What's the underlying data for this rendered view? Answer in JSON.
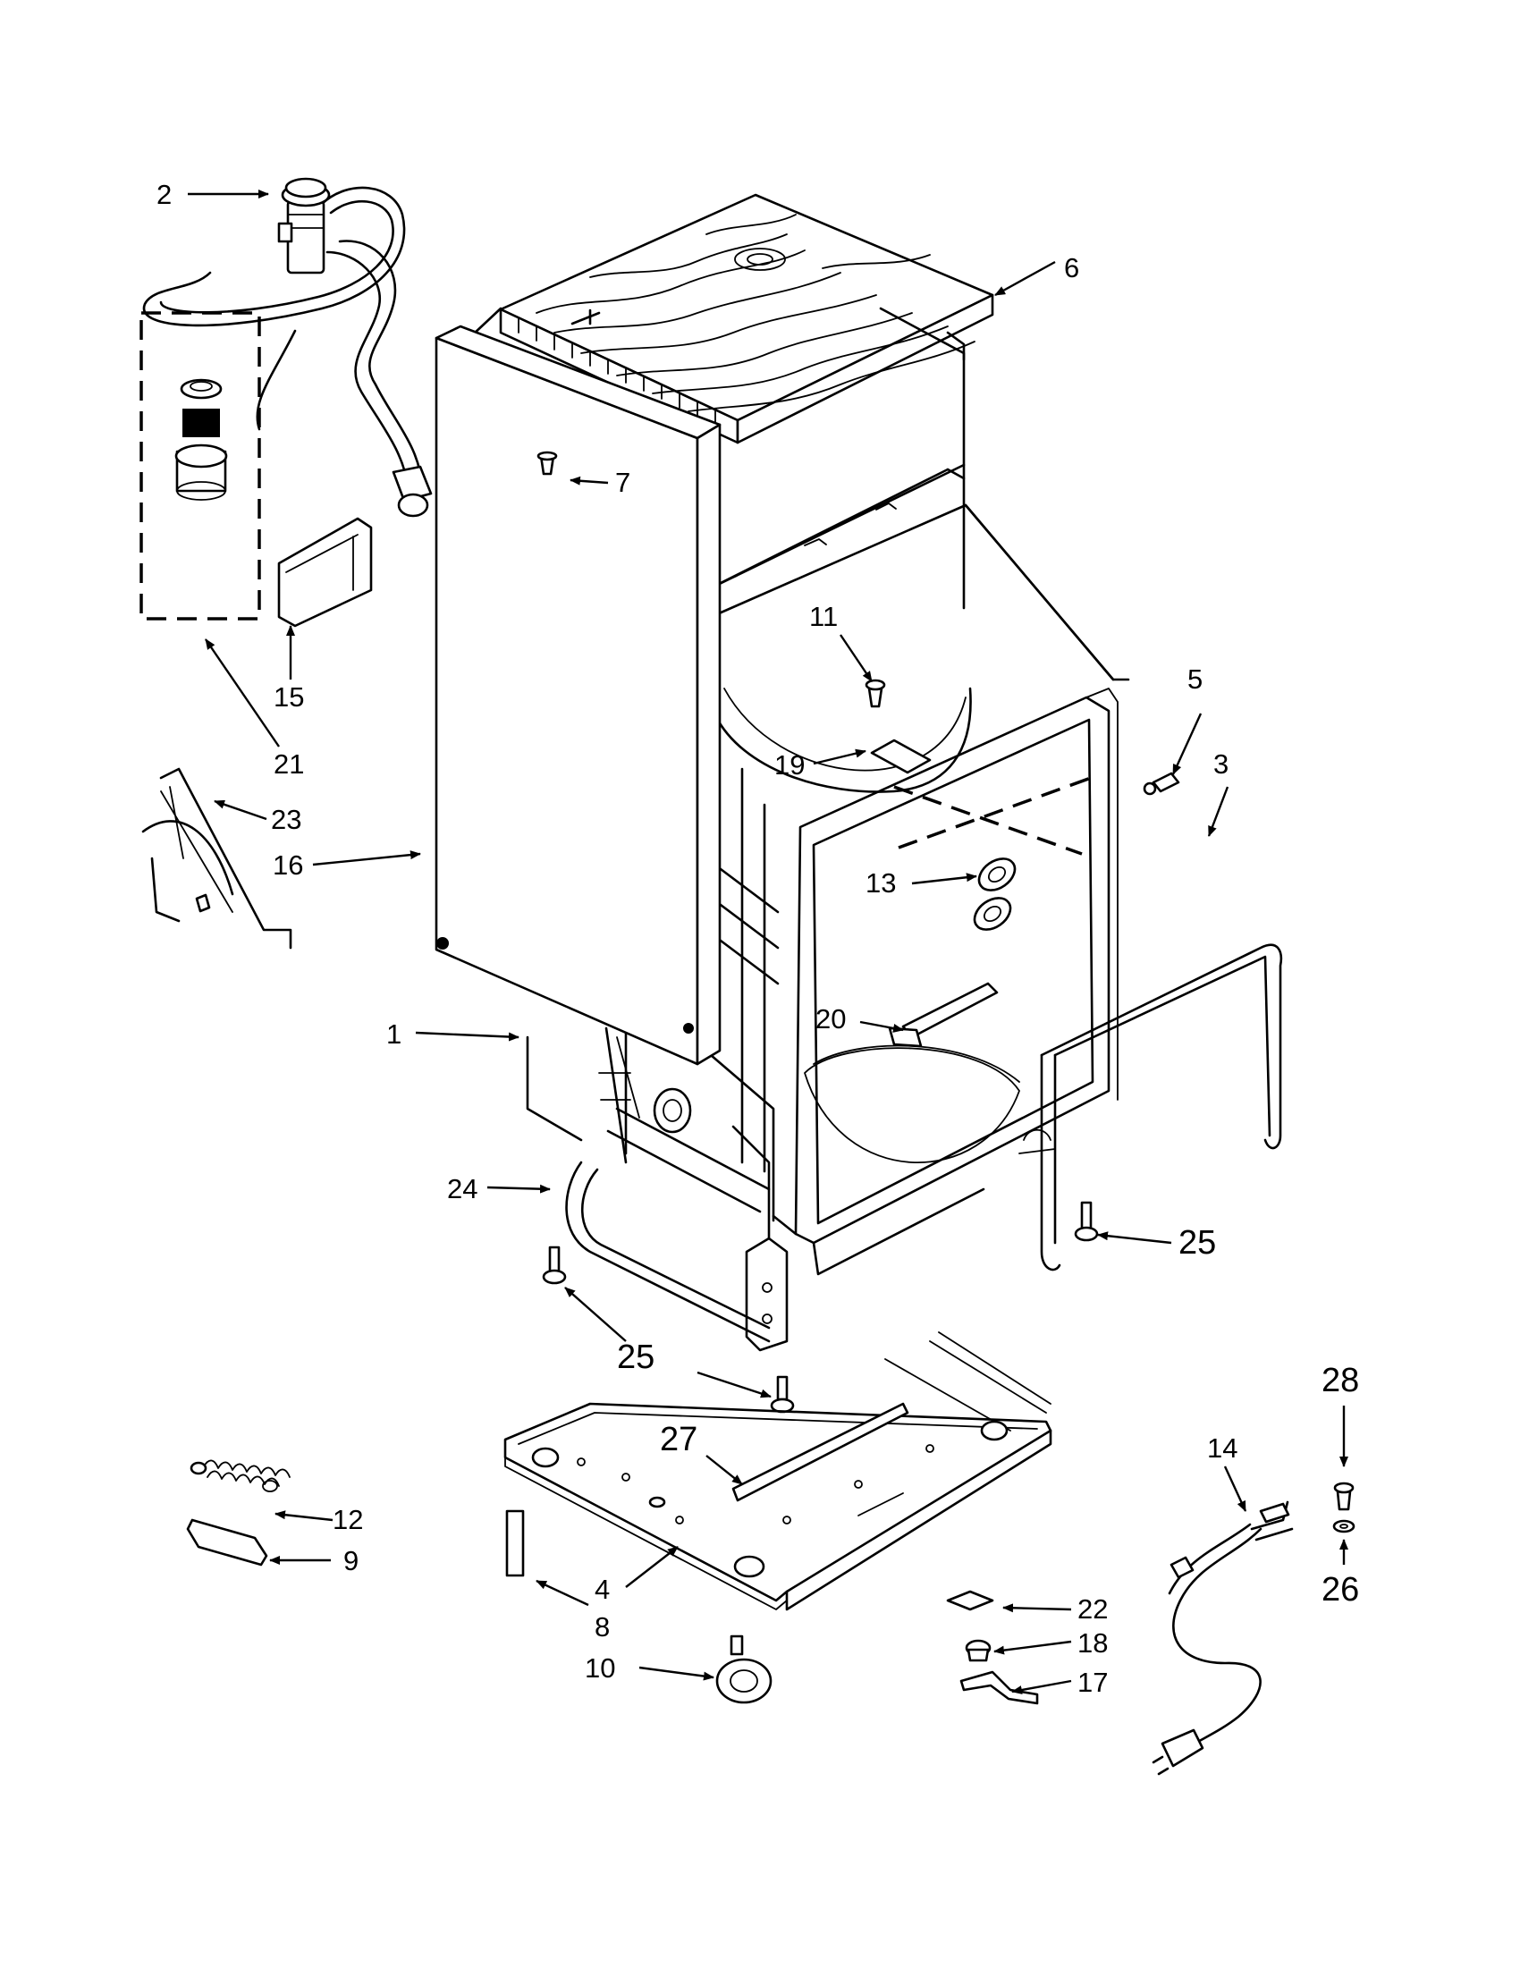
{
  "callouts": {
    "c1": "1",
    "c2": "2",
    "c3": "3",
    "c4": "4",
    "c5": "5",
    "c6": "6",
    "c7": "7",
    "c8": "8",
    "c9": "9",
    "c10": "10",
    "c11": "11",
    "c12": "12",
    "c13": "13",
    "c14": "14",
    "c15": "15",
    "c16": "16",
    "c17": "17",
    "c18": "18",
    "c19": "19",
    "c20": "20",
    "c21": "21",
    "c22": "22",
    "c23": "23",
    "c24": "24",
    "c25a": "25",
    "c25b": "25",
    "c26": "26",
    "c27": "27",
    "c28": "28"
  }
}
